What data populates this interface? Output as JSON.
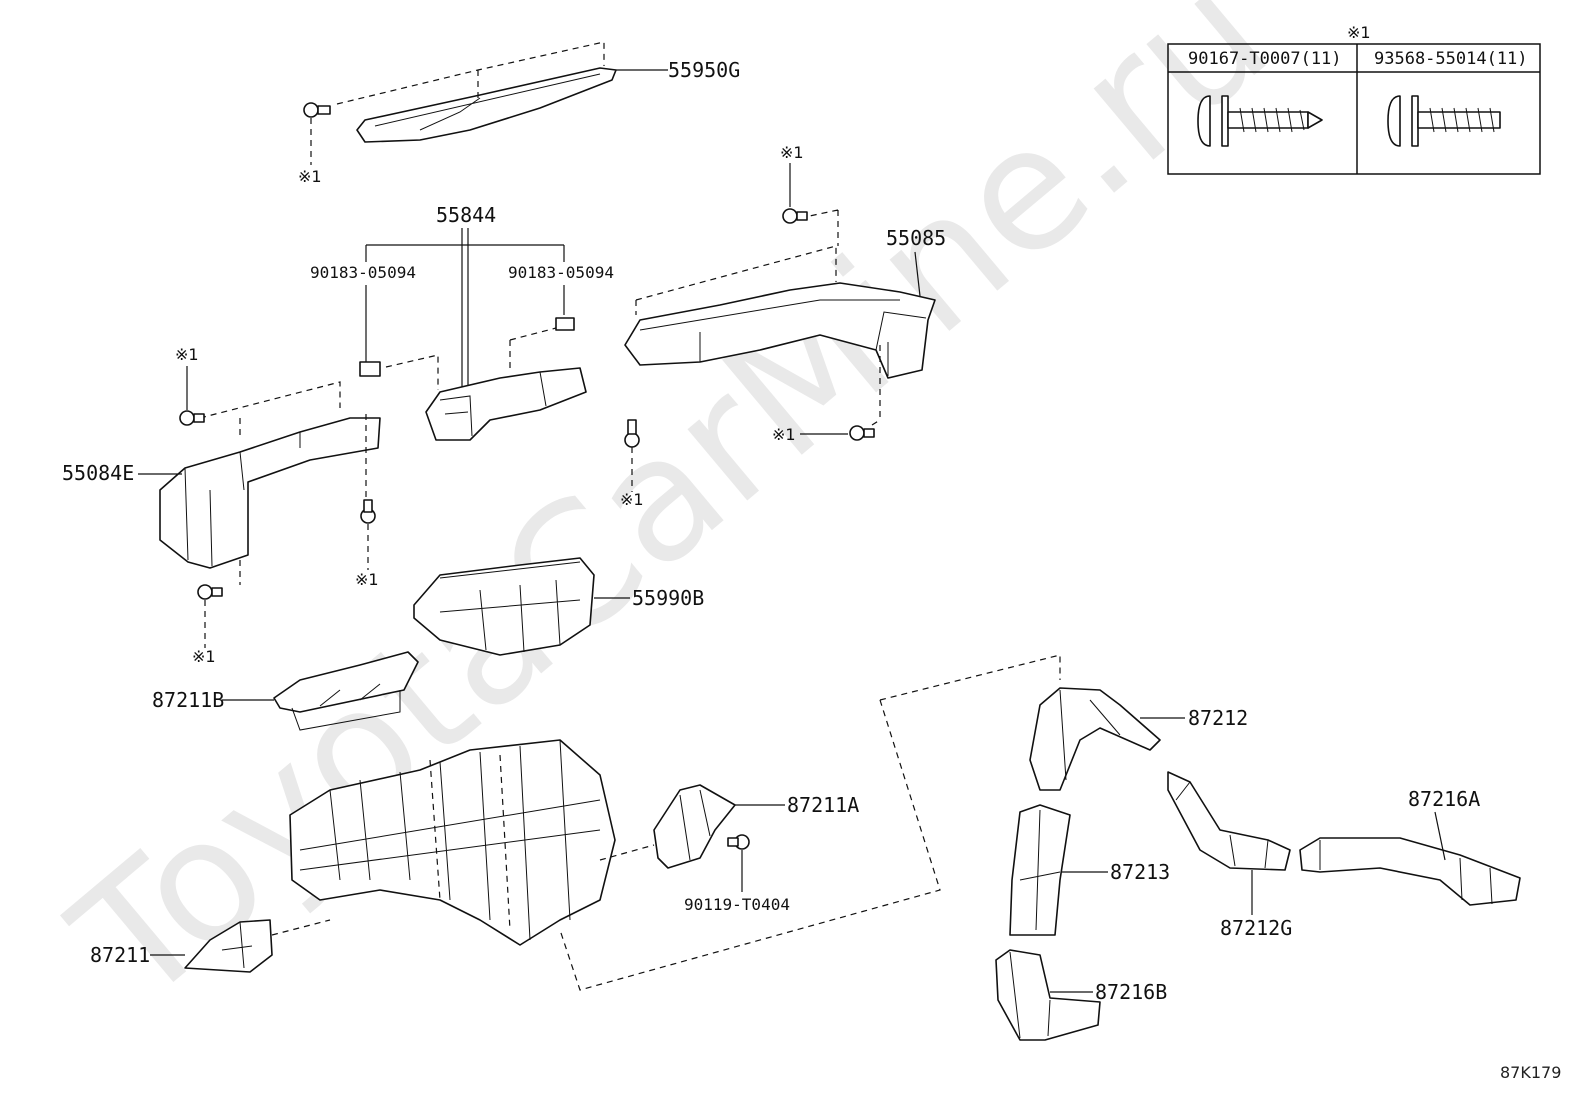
{
  "watermark": "ToyotaCarMine.ru",
  "diagram_code": "87K179",
  "legend_table": {
    "mark": "※1",
    "columns": [
      "90167-T0007(11)",
      "93568-55014(11)"
    ]
  },
  "screw_mark": "※1",
  "parts": {
    "p55950G": "55950G",
    "p55844": "55844",
    "p90183_left": "90183-05094",
    "p90183_right": "90183-05094",
    "p55085": "55085",
    "p55084E": "55084E",
    "p55990B": "55990B",
    "p87211B": "87211B",
    "p87211A": "87211A",
    "p90119": "90119-T0404",
    "p87211": "87211",
    "p87212": "87212",
    "p87213": "87213",
    "p87212G": "87212G",
    "p87216A": "87216A",
    "p87216B": "87216B"
  }
}
